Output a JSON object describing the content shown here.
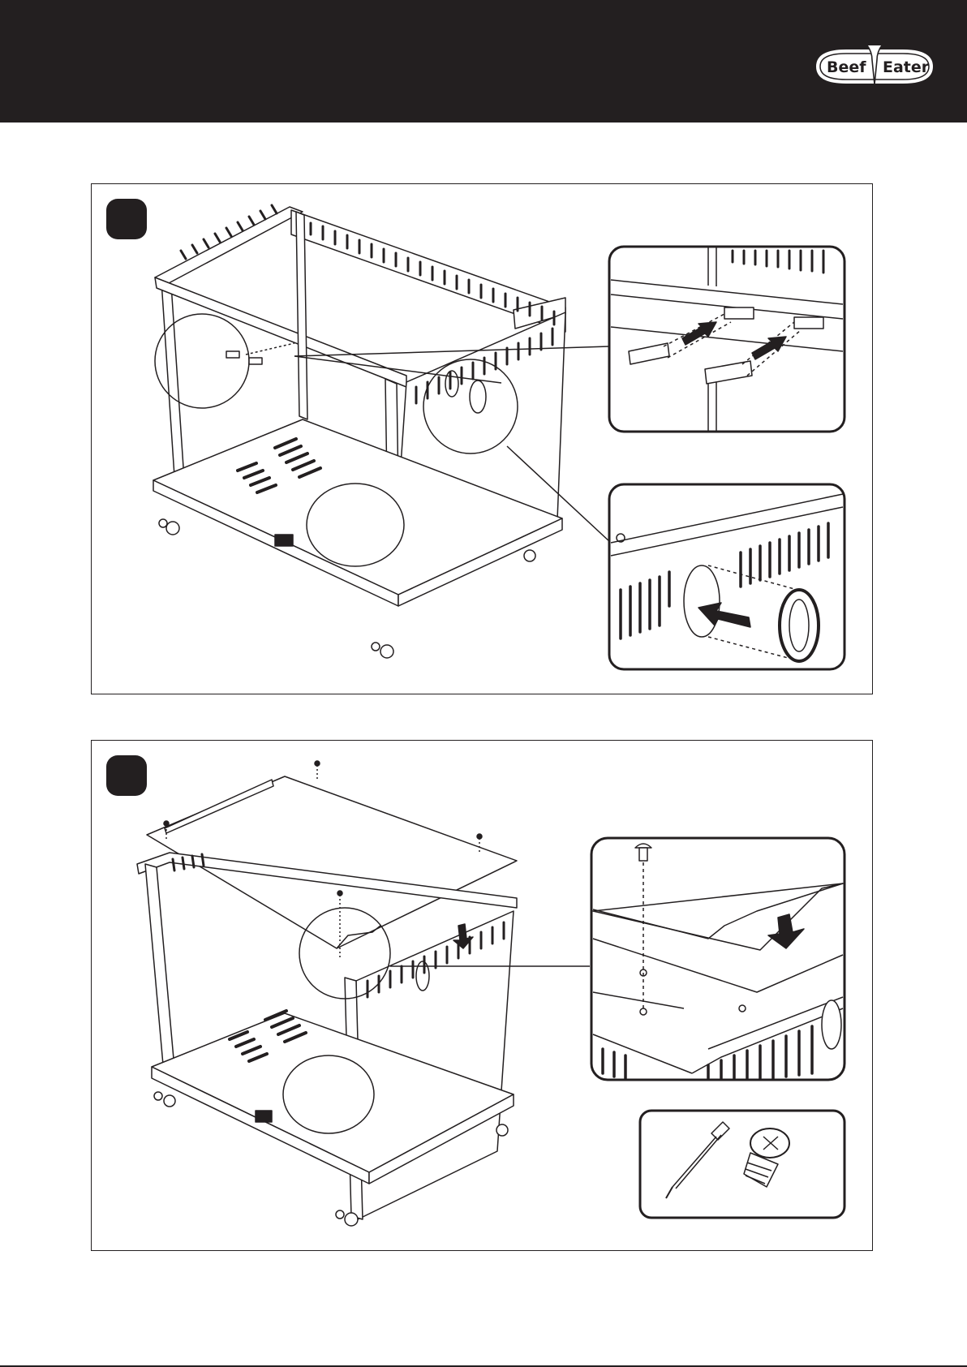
{
  "header": {
    "background": "#231f20",
    "logo": {
      "left_word": "Beef",
      "right_word": "Eater"
    }
  },
  "steps": [
    {
      "id": "step-1",
      "badge_color": "#231f20"
    },
    {
      "id": "step-2",
      "badge_color": "#231f20"
    }
  ],
  "icons": [
    "screwdriver-icon",
    "screw-icon",
    "arrow-icon",
    "magnifier-callout-icon"
  ]
}
